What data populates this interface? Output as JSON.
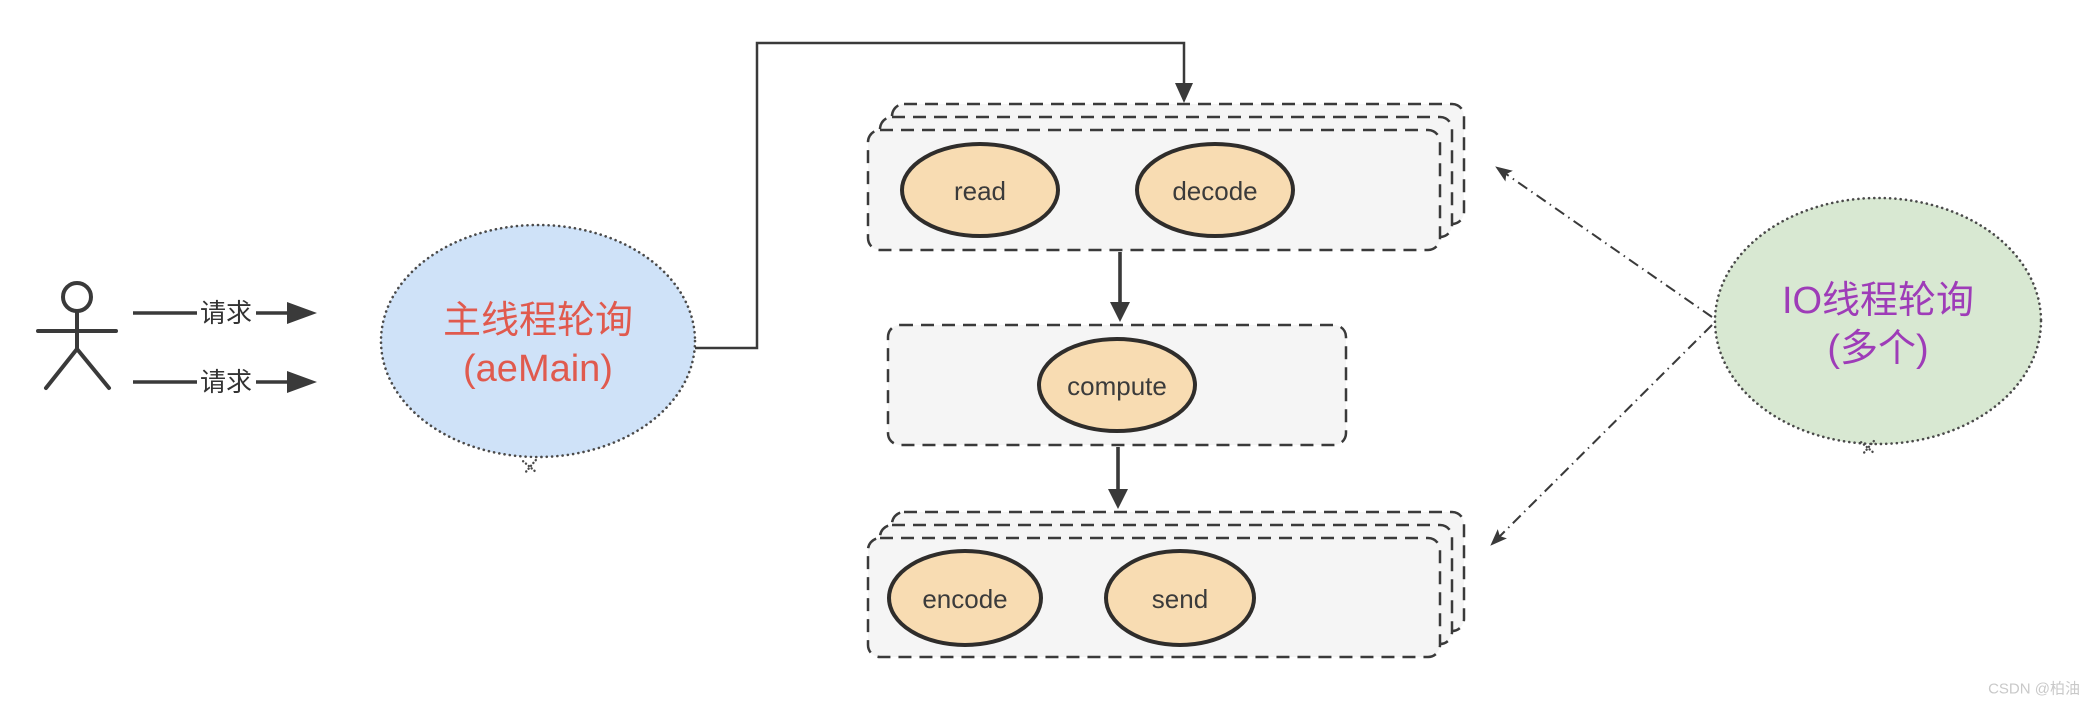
{
  "colors": {
    "main_thread_fill": "#cfe2f8",
    "main_thread_text": "#e05a4e",
    "io_thread_fill": "#d8e8d2",
    "io_thread_text": "#9e3cb8",
    "task_fill": "#f8dcb2",
    "stage_box_fill": "#f5f5f5",
    "line": "#3a3a3a"
  },
  "request_arrows": [
    {
      "label": "请求"
    },
    {
      "label": "请求"
    }
  ],
  "main_thread_node": {
    "line1": "主线程轮询",
    "line2": "(aeMain)"
  },
  "io_thread_node": {
    "line1": "IO线程轮询",
    "line2": "(多个)"
  },
  "stages": {
    "top": {
      "tasks": [
        "read",
        "decode"
      ]
    },
    "middle": {
      "tasks": [
        "compute"
      ]
    },
    "bottom": {
      "tasks": [
        "encode",
        "send"
      ]
    }
  },
  "watermark": "CSDN @柏油"
}
